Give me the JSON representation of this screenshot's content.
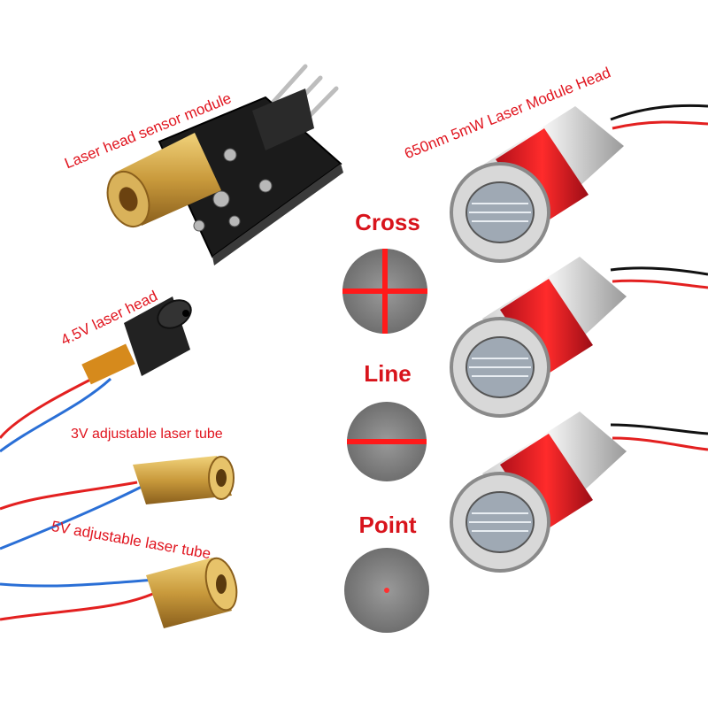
{
  "labels": {
    "sensor_module": "Laser head sensor module",
    "module_head": "650nm 5mW Laser Module Head",
    "head_45v": "4.5V laser head",
    "tube_3v": "3V adjustable laser tube",
    "tube_5v": "5V adjustable laser tube"
  },
  "patterns": {
    "cross": "Cross",
    "line": "Line",
    "point": "Point"
  },
  "colors": {
    "label_red": "#e0141e",
    "laser_red": "#ff1a1a",
    "lens_gray": "#8a8a8a",
    "brass": "#c99a3c",
    "pcb": "#1a1a1a"
  }
}
